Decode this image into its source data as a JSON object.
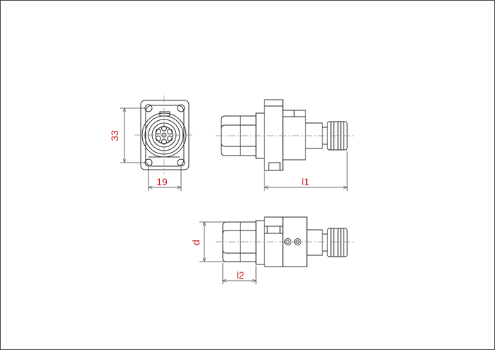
{
  "colors": {
    "line": "#2a2a2a",
    "center": "#888888",
    "dimension_text": "#d0101a",
    "dimension_line": "#3a3a3a",
    "background": "#ffffff"
  },
  "dimensions": {
    "front_height": "33",
    "front_width": "19",
    "side_length": "l1",
    "top_diameter": "d",
    "top_length": "l2"
  }
}
